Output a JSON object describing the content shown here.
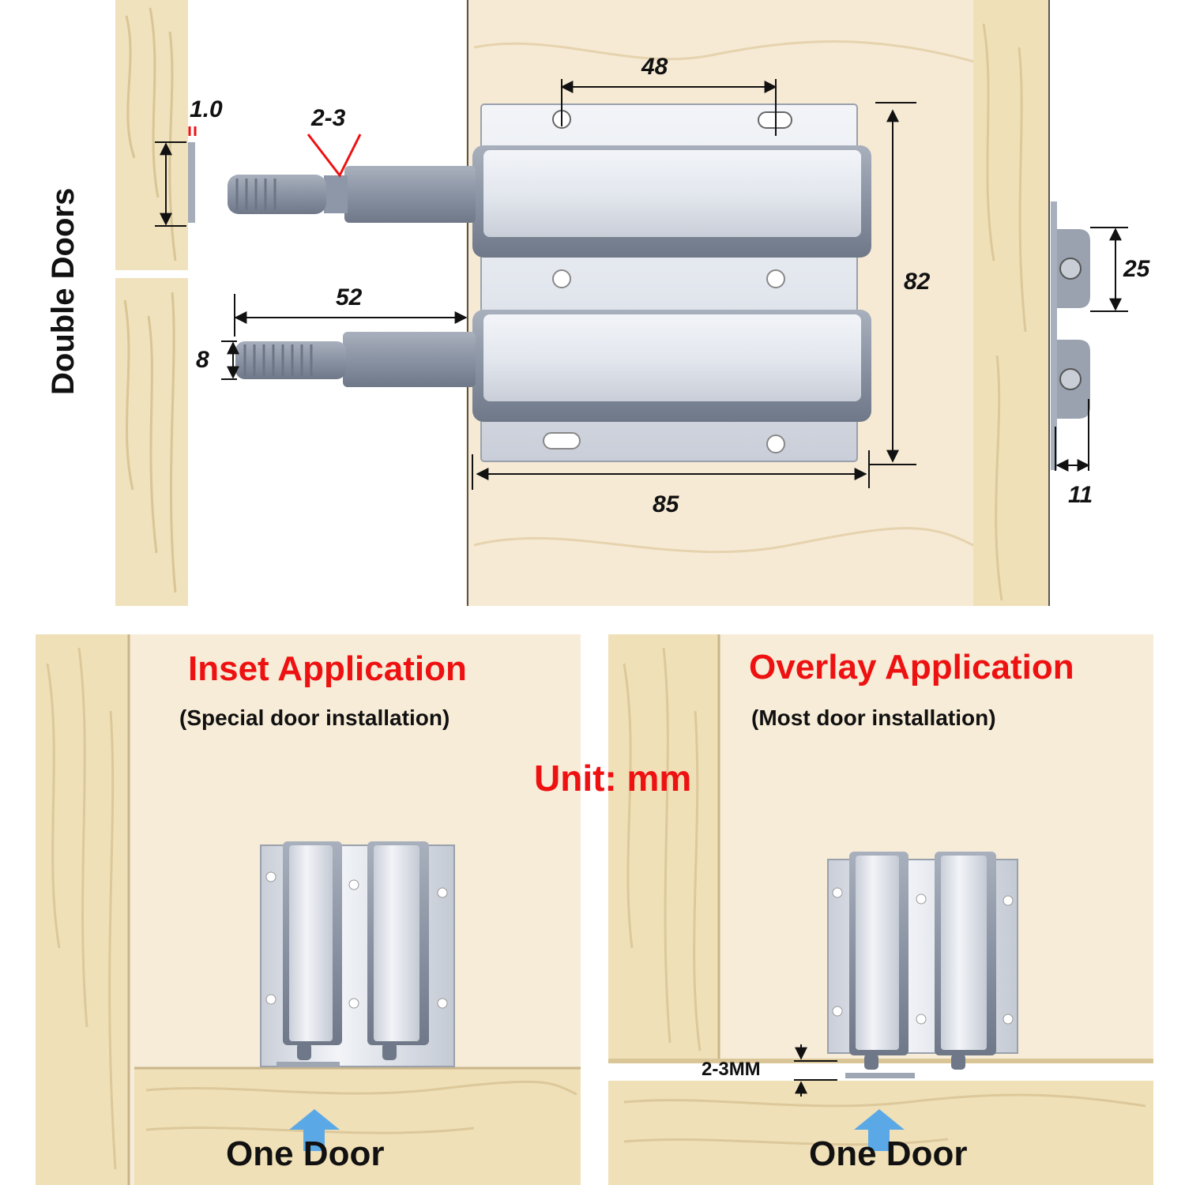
{
  "sidebar_label": "Double Doors",
  "dimensions": {
    "d_1_0": "1.0",
    "d_2_3": "2-3",
    "d_48": "48",
    "d_52": "52",
    "d_8": "8",
    "d_82": "82",
    "d_85": "85",
    "d_25": "25",
    "d_11": "11",
    "d_2_3mm": "2-3MM"
  },
  "inset": {
    "title": "Inset Application",
    "subtitle": "(Special door installation)",
    "door_label": "One Door"
  },
  "overlay": {
    "title": "Overlay Application",
    "subtitle": "(Most door installation)",
    "door_label": "One Door"
  },
  "unit_label": "Unit: mm",
  "colors": {
    "title_red": "#ee1111",
    "wood_light": "#f5e9d2",
    "wood_mid": "#ecdcb8",
    "wood_frame": "#f0e0b8",
    "metal": "#dde1ea",
    "plastic": "#8a93a3",
    "arrow_blue": "#5aa9e6"
  }
}
